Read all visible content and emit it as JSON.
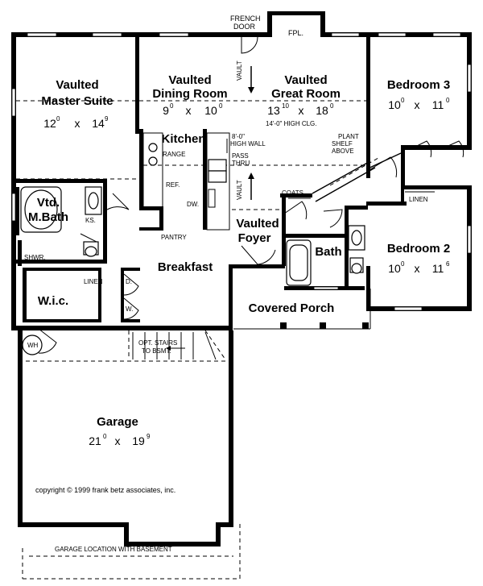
{
  "rooms": {
    "master_suite": {
      "line1": "Vaulted",
      "line2": "Master Suite",
      "w": "12",
      "wx": "0",
      "d": "14",
      "dx": "9"
    },
    "dining": {
      "line1": "Vaulted",
      "line2": "Dining Room",
      "w": "9",
      "wx": "0",
      "d": "10",
      "dx": "0"
    },
    "great_room": {
      "line1": "Vaulted",
      "line2": "Great Room",
      "w": "13",
      "wx": "10",
      "d": "18",
      "dx": "0",
      "note": "14'-0\" HIGH CLG."
    },
    "bedroom3": {
      "name": "Bedroom 3",
      "w": "10",
      "wx": "0",
      "d": "11",
      "dx": "0"
    },
    "bedroom2": {
      "name": "Bedroom 2",
      "w": "10",
      "wx": "0",
      "d": "11",
      "dx": "6"
    },
    "kitchen": {
      "name": "Kitchen"
    },
    "mbath": {
      "line1": "Vtd.",
      "line2": "M.Bath"
    },
    "foyer": {
      "line1": "Vaulted",
      "line2": "Foyer"
    },
    "bath": {
      "name": "Bath"
    },
    "breakfast": {
      "name": "Breakfast"
    },
    "wic": {
      "name": "W.i.c."
    },
    "covered_porch": {
      "name": "Covered Porch"
    },
    "garage": {
      "name": "Garage",
      "w": "21",
      "wx": "0",
      "d": "19",
      "dx": "9"
    }
  },
  "labels": {
    "french_door_1": "FRENCH",
    "french_door_2": "DOOR",
    "fpl": "FPL.",
    "vault_1": "VAULT",
    "vault_2": "VAULT",
    "range": "RANGE",
    "ref": "REF.",
    "dw": "DW.",
    "pantry": "PANTRY",
    "high_wall_1": "8'-0\"",
    "high_wall_2": "HIGH WALL",
    "pass_thru_1": "PASS",
    "pass_thru_2": "THRU",
    "plant_shelf_1": "PLANT",
    "plant_shelf_2": "SHELF",
    "plant_shelf_3": "ABOVE",
    "coats": "COATS",
    "linen_1": "LINEN",
    "linen_2": "LINEN",
    "ks": "KS.",
    "shwr": "SHWR.",
    "d": "D.",
    "w": "W.",
    "wh": "WH",
    "opt_stairs_1": "OPT. STAIRS",
    "opt_stairs_2": "TO BSMT.",
    "copyright": "copyright  ©  1999 frank betz associates, inc.",
    "garage_location": "GARAGE LOCATION WITH BASEMENT"
  }
}
